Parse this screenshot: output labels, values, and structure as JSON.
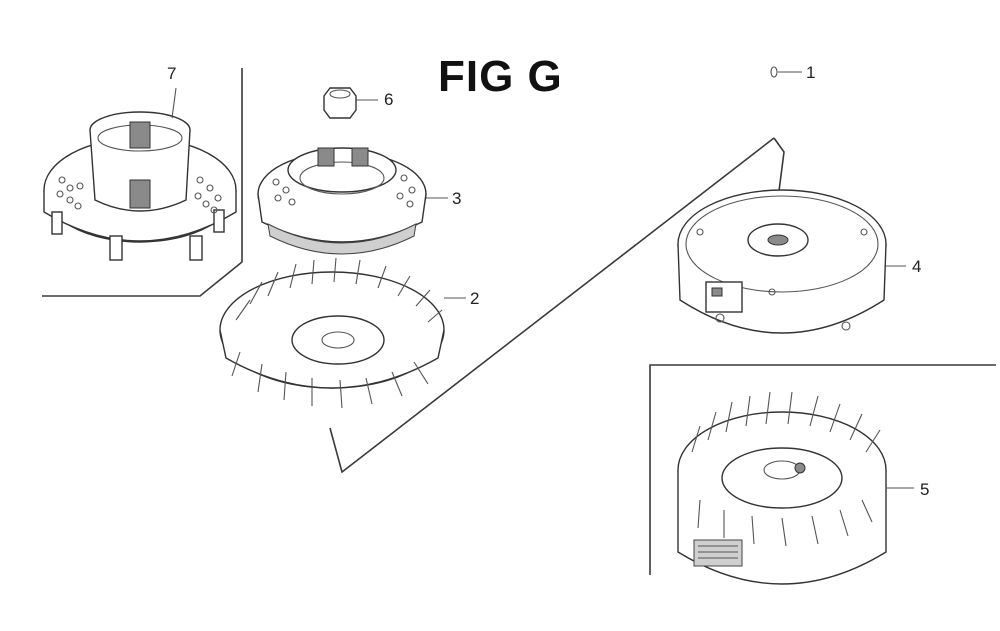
{
  "figure": {
    "title": "FIG G"
  },
  "callouts": [
    {
      "id": "1",
      "label": "1"
    },
    {
      "id": "2",
      "label": "2"
    },
    {
      "id": "3",
      "label": "3"
    },
    {
      "id": "4",
      "label": "4"
    },
    {
      "id": "5",
      "label": "5"
    },
    {
      "id": "6",
      "label": "6"
    },
    {
      "id": "7",
      "label": "7"
    }
  ]
}
